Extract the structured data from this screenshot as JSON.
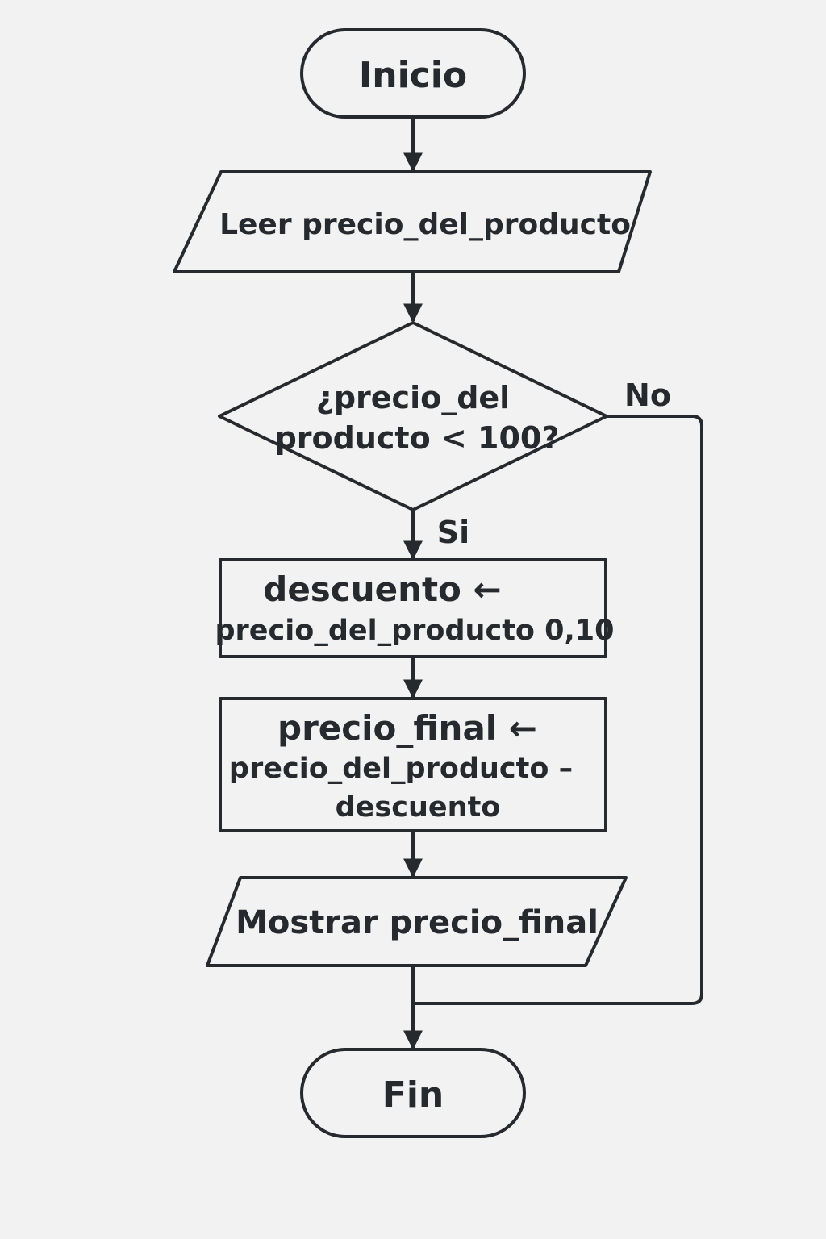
{
  "nodes": {
    "inicio": {
      "text": "Inicio"
    },
    "leer": {
      "text": "Leer precio_del_producto"
    },
    "condicion": {
      "line1": "¿precio_del",
      "line2": "producto < 100?"
    },
    "descuento": {
      "line1": "descuento ←",
      "line2": "precio_del_producto 0,10"
    },
    "precio_final": {
      "line1": "precio_final ←",
      "line2": "precio_del_producto –",
      "line3": "descuento"
    },
    "mostrar": {
      "text": "Mostrar precio_final"
    },
    "fin": {
      "text": "Fin"
    }
  },
  "edges": {
    "no_label": "No",
    "si_label": "Si"
  },
  "colors": {
    "background": "#f2f2f2",
    "stroke": "#262a2e",
    "text": "#262a2e"
  }
}
